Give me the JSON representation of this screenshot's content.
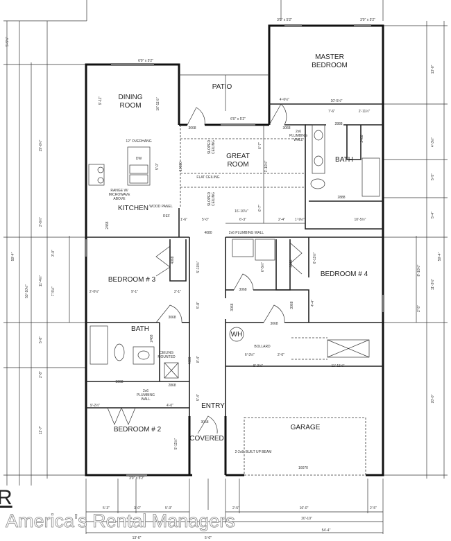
{
  "title_fragment": "R",
  "watermark": "America's Rental Managers",
  "rooms": [
    "DINING",
    "ROOM",
    "PATIO",
    "MASTER",
    "BEDROOM",
    "GREAT",
    "ROOM",
    "BATH",
    "KITCHEN",
    "BEDROOM # 3",
    "BEDROOM # 4",
    "BATH",
    "BEDROOM # 2",
    "GARAGE",
    "ENTRY",
    "COVERED",
    "WH"
  ],
  "dimension_labels": [
    "3'0\" x 5'2\"",
    "3'0\" x 5'2\"",
    "6'0\" x 5'2\"",
    "6'0\" x 5'2\"",
    "3068",
    "3068",
    "5'-5½\"",
    "19'-0½\"",
    "3'-6½\"",
    "53'-10½\"",
    "11'-4½\"",
    "7'-5½\"",
    "3'-0\"",
    "5'-8\"",
    "2'-8\"",
    "11'-7\"",
    "59'-4\"",
    "13'-0\"",
    "4'-3½\"",
    "5'-5\"",
    "5'-4\"",
    "59'-4\"",
    "8'-10½\"",
    "11'-3½\"",
    "2'-5\"",
    "20'-0\"",
    "9'-11\"",
    "10'-11½\"",
    "12\" OVERHANG",
    "DW",
    "5'-0\"",
    "RANGE W/",
    "MICROWAVE",
    "ABOVE",
    "WOOD PANEL",
    "REF",
    "2468",
    "10080",
    "SLOPED",
    "CEILING",
    "FLAT CEILING",
    "SLOPED",
    "CEILING",
    "6'-7\"",
    "1'-10½\"",
    "6'-7\"",
    "16'-10½\"",
    "1'-6\"",
    "5'-0\"",
    "6'-3\"",
    "2'-4\"",
    "1'-9½\"",
    "4080",
    "2x6 PLUMBING WALL",
    "4'-6½\"",
    "10'-5½\"",
    "7'-6\"",
    "2'-11½\"",
    "2x6",
    "PLUMBING",
    "WALL",
    "2888",
    "2468",
    "2888",
    "10'-5½\"",
    "4068",
    "5'-10½\"",
    "9'-1\"",
    "2'-0½\"",
    "2'-1\"",
    "3068",
    "5'-8\"",
    "2468",
    "CEILING",
    "MOUNTED",
    "4080",
    "8'-4\"",
    "5068",
    "2868",
    "2x6",
    "PLUMBING",
    "WALL",
    "9'-2½\"",
    "4'-0\"",
    "5'-4\"",
    "3068",
    "5'-11½\"",
    "2-2x8, BUILT UP BEAM",
    "16070",
    "3068",
    "6'-5½\"",
    "3068",
    "3068",
    "3068",
    "6'-11½\"",
    "4'-4\"",
    "BOLLARD",
    "6'-3½\"",
    "2'-0\"",
    "8'-3½\"",
    "11'-11½\"",
    "3068",
    "3'0\" x 5'2\"",
    "5'-3\"",
    "3'-0\"",
    "5'-3\"",
    "13'-6\"",
    "5'-0\"",
    "2'-5\"",
    "16'-0\"",
    "2'-5\"",
    "20'-10\"",
    "54'-4\""
  ]
}
